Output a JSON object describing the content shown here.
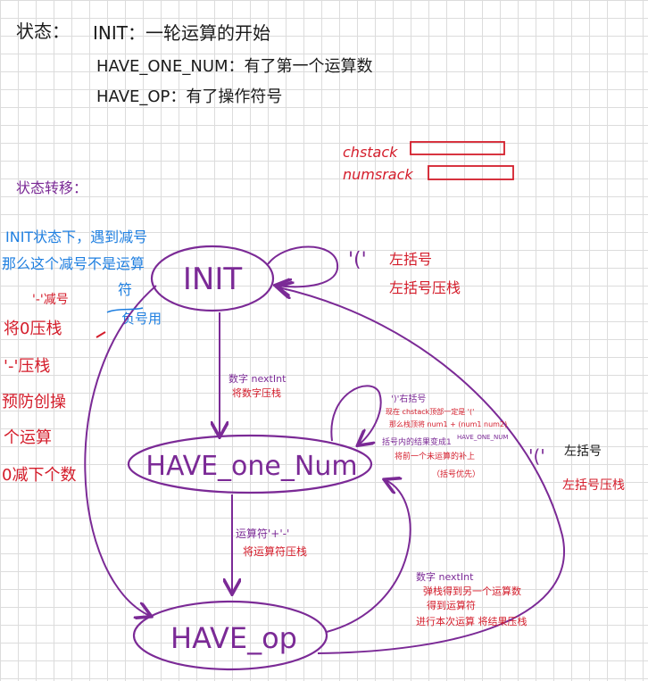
{
  "colors": {
    "ink": "#1b1b1b",
    "purple": "#7b2a96",
    "red": "#d41d2b",
    "blue": "#1f7fe0"
  },
  "header": {
    "label": "状态：",
    "lines": [
      "INIT：一轮运算的开始",
      "HAVE_ONE_NUM：有了第一个运算数",
      "HAVE_OP：有了操作符号"
    ]
  },
  "stacks": {
    "chstack": "chstack",
    "numsrack": "numsrack"
  },
  "section_title": "状态转移：",
  "states": {
    "init": "INIT",
    "one": "HAVE_one_Num",
    "op": "HAVE_op"
  },
  "blue_note": {
    "lines": [
      "INIT状态下，遇到减号",
      "那么这个减号不是运算",
      "符"
    ],
    "tail": "负号用"
  },
  "red_left": {
    "minus": "'-'减号",
    "lines": [
      "将0压栈",
      "'-'压栈",
      "预防创操",
      "个运算",
      "0减下个数"
    ]
  },
  "init_loop": {
    "paren": "'('",
    "desc": "左括号",
    "action": "左括号压栈"
  },
  "edge_init_one": {
    "line1": "数字 nextInt",
    "line2": "将数字压栈"
  },
  "edge_one_op": {
    "line1": "运算符'+'-'",
    "line2": "将运算符压栈"
  },
  "one_self": {
    "paren": "')'右括号",
    "l1": "现在 chstack顶部一定是 '('",
    "l2": "那么栈顶将 num1 + (num1 num2)",
    "l3": "括号内的结果变成1",
    "l4": "HAVE_ONE_NUM",
    "l5": "将前一个未运算的补上",
    "l6": "（括号优先）"
  },
  "right_loop": {
    "paren": "'('",
    "desc": "左括号",
    "action": "左括号压栈"
  },
  "op_one": {
    "l1": "数字 nextInt",
    "l2": "弹栈得到另一个运算数",
    "l3": "得到运算符",
    "l4": "进行本次运算 将结果压栈"
  }
}
